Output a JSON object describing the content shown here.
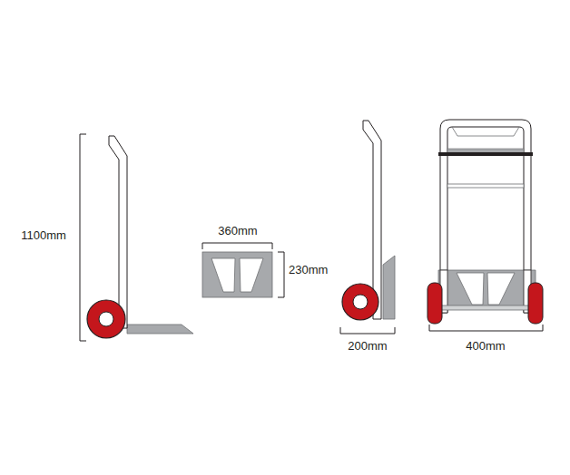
{
  "diagram": {
    "labels": [
      "1100mm",
      "360mm",
      "230mm",
      "200mm",
      "400mm"
    ]
  }
}
